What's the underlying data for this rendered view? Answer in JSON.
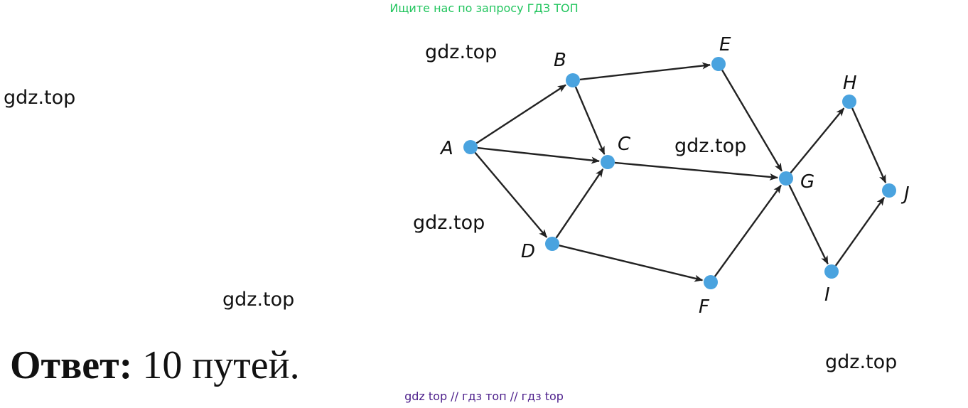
{
  "banner": "Ищите нас по запросу ГДЗ ТОП",
  "watermarks": [
    "gdz.top",
    "gdz.top",
    "gdz.top",
    "gdz.top",
    "gdz.top",
    "gdz.top"
  ],
  "answer": {
    "label": "Ответ:",
    "value": "10 путей."
  },
  "footer": "gdz top  //  гдз топ  //  гдз top",
  "colors": {
    "node": "#4aa3df",
    "edge": "#222222",
    "banner": "#22c55e",
    "footer": "#4b1d8a"
  },
  "graph": {
    "nodes": [
      "A",
      "B",
      "C",
      "D",
      "E",
      "F",
      "G",
      "H",
      "I",
      "J"
    ],
    "edges": [
      [
        "A",
        "B"
      ],
      [
        "A",
        "C"
      ],
      [
        "A",
        "D"
      ],
      [
        "B",
        "C"
      ],
      [
        "B",
        "E"
      ],
      [
        "D",
        "C"
      ],
      [
        "D",
        "F"
      ],
      [
        "C",
        "G"
      ],
      [
        "E",
        "G"
      ],
      [
        "F",
        "G"
      ],
      [
        "G",
        "H"
      ],
      [
        "G",
        "I"
      ],
      [
        "H",
        "J"
      ],
      [
        "I",
        "J"
      ]
    ]
  }
}
